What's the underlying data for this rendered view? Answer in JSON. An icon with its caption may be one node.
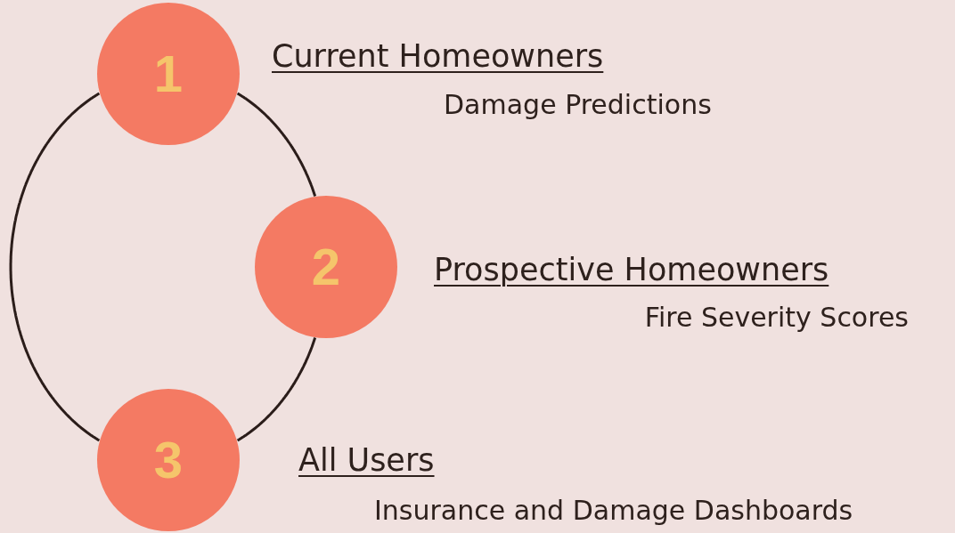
{
  "diagram": {
    "nodes": [
      {
        "text": [
          "1"
        ],
        "beside": [
          "Current Homeowners",
          "Damage Predictions"
        ]
      },
      {
        "text": [
          "2"
        ],
        "beside": [
          "Prospective Homeowners",
          "Fire Severity Scores"
        ]
      },
      {
        "text": [
          "3"
        ],
        "beside": [
          "All Users",
          "Insurance and Damage Dashboards"
        ]
      }
    ],
    "edges": [
      {
        "from": 0,
        "to": 1,
        "arrow": "none"
      },
      {
        "from": 1,
        "to": 2,
        "arrow": "none"
      },
      {
        "from": 2,
        "to": 0,
        "arrow": "none"
      }
    ]
  }
}
